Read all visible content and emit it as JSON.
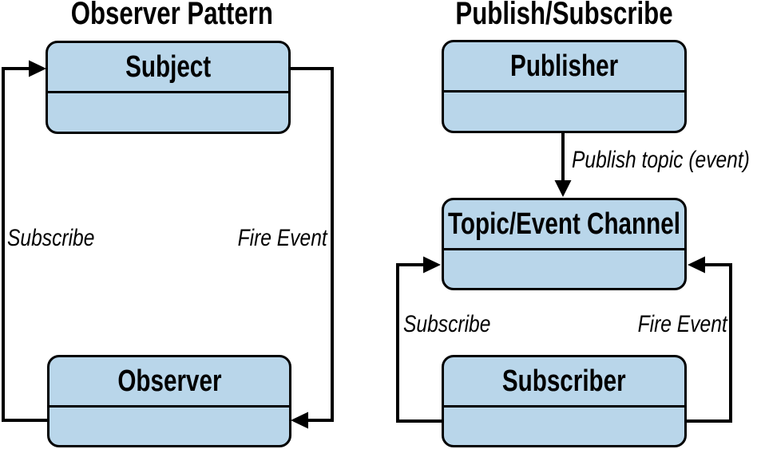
{
  "colors": {
    "background": "#ffffff",
    "box_fill": "#b9d6ea",
    "stroke": "#000000",
    "text": "#000000"
  },
  "diagrams": [
    {
      "title": "Observer Pattern",
      "boxes": [
        {
          "label": "Subject"
        },
        {
          "label": "Observer"
        }
      ],
      "edges": [
        {
          "label": "Subscribe",
          "from": "Observer",
          "to": "Subject"
        },
        {
          "label": "Fire Event",
          "from": "Subject",
          "to": "Observer"
        }
      ]
    },
    {
      "title": "Publish/Subscribe",
      "boxes": [
        {
          "label": "Publisher"
        },
        {
          "label": "Topic/Event Channel"
        },
        {
          "label": "Subscriber"
        }
      ],
      "edges": [
        {
          "label": "Publish topic (event)",
          "from": "Publisher",
          "to": "Topic/Event Channel"
        },
        {
          "label": "Subscribe",
          "from": "Subscriber",
          "to": "Topic/Event Channel"
        },
        {
          "label": "Fire Event",
          "from": "Subscriber",
          "to": "Topic/Event Channel"
        }
      ]
    }
  ]
}
